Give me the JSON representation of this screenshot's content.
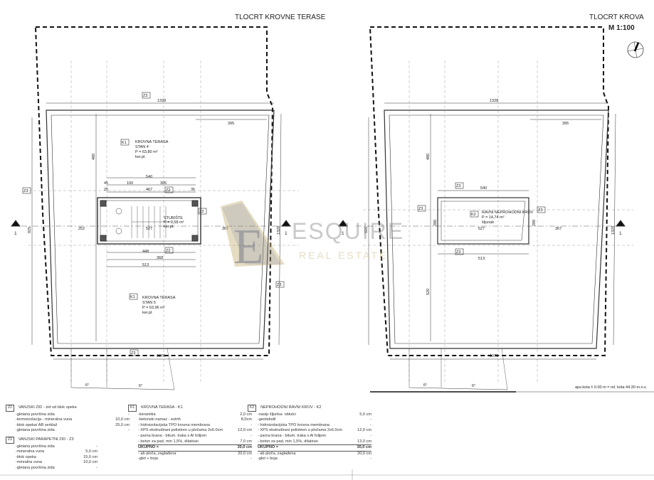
{
  "titles": {
    "left": "TLOCRT KROVNE TERASE",
    "right": "TLOCRT KROVA",
    "scale": "M 1:100"
  },
  "left_plan": {
    "dims": {
      "top": "1328",
      "top_right": "395",
      "left_total": "925",
      "right_total": "1329",
      "upper": "480",
      "bottom": "1070",
      "stair_top": "540",
      "stair_a": "45",
      "stair_b": "100",
      "stair_c": "395",
      "stair_d": "467",
      "stair_e": "25",
      "stair_f": "35",
      "stair_bot1": "448",
      "stair_bot2": "368",
      "stair_bot3": "513",
      "mid_left": "252",
      "mid_right": "367",
      "mid": "527",
      "angle1": "6°",
      "angle2": "6°"
    },
    "terrace_top": {
      "tag": "K1",
      "name": "KROVNA TERASA",
      "unit": "STAN 4",
      "area": "P = 63,80 m²",
      "finish": "ker.pl."
    },
    "terrace_bottom": {
      "tag": "K1",
      "name": "KROVNA TERASA",
      "unit": "STAN 5",
      "area": "P = 63,96 m²",
      "finish": "ker.pl."
    },
    "stair": {
      "name": "STUBIŠTE",
      "area": "P = 9,58 m²",
      "finish": "ker.pl."
    },
    "tags": [
      "Z3",
      "Z3",
      "Z2",
      "Z2",
      "Z2",
      "Z3",
      "Z3"
    ],
    "section": "1"
  },
  "right_plan": {
    "dims": {
      "top": "1328",
      "top_right": "395",
      "left_total": "925",
      "right_total": "1329",
      "upper": "480",
      "lower": "520",
      "bottom": "1070",
      "top_box": "540",
      "mid": "527",
      "mid_right": "367",
      "box_bot": "513",
      "h": "280",
      "angle1": "6°",
      "angle2": "6°"
    },
    "roof": {
      "tag": "K2",
      "name": "RAVNI NEPROHODNI KROV",
      "area": "P = 14,74 m²",
      "finish": "šljunak"
    },
    "tags": [
      "Z3",
      "Z3",
      "Z3",
      "Z3"
    ],
    "section": "1",
    "note": "aps.kota ± 0.00 m = rel. kota 44.30 m.n.v."
  },
  "legend": {
    "z2": {
      "tag": "Z2",
      "title": "VANJSKI ZID - zid od blok opeke",
      "rows": [
        [
          "-gletana površina zida",
          "-"
        ],
        [
          "-termoizolacija - mineralna vuna",
          "10,0 cm"
        ],
        [
          "-blok opeka/ AB serklaž",
          "25,0 cm"
        ],
        [
          "-gletana površina zida",
          "-"
        ]
      ]
    },
    "z3": {
      "tag": "Z3",
      "title": "VANJSKI PARAPETNI ZID - Z3",
      "rows": [
        [
          "-gletana površina zida",
          "-"
        ],
        [
          "-mineralna vuna",
          "5,0 cm"
        ],
        [
          "-blok opeka",
          "15,0 cm"
        ],
        [
          "-minralna vuna",
          "10,0 cm"
        ],
        [
          "-gletana površina zida",
          "-"
        ]
      ]
    },
    "k1": {
      "tag": "K1",
      "title": "KROVNA TERASA - K1",
      "rows": [
        [
          "-keramika",
          "2,0 cm"
        ],
        [
          "-betonski namaz - estrih",
          "8,0cm"
        ],
        [
          "- hidroizolacijska TPO krovna membrana",
          "-"
        ],
        [
          "- XPS ekstrudirani polistiren u pločama 2x6.0cm",
          "12,0 cm"
        ],
        [
          "- parna brana - bitum. traka s Al folijom",
          "-"
        ],
        [
          "- beton za pad, min 1,5%, dilatiran",
          "7,0 cm"
        ]
      ],
      "total": [
        "UKUPNO =",
        "30,0 cm"
      ],
      "after": [
        [
          "- ab ploča, zaglađena",
          "20,0 cm"
        ],
        [
          "-glet + boja",
          "-"
        ]
      ]
    },
    "k2": {
      "tag": "K2",
      "title": "NEPROHODNI RAVNI KROV - K2",
      "rows": [
        [
          "-nasip šljunka- oblutci",
          "5,0 cm"
        ],
        [
          "-geotekstil",
          "-"
        ],
        [
          "- hidroizolacijska TPO krovna membrana",
          "-"
        ],
        [
          "- XPS ekstrudirani polistiren u pločama 2x6.0cm",
          "12,0 cm"
        ],
        [
          "- parna brana - bitum. traka s Al folijom",
          "-"
        ],
        [
          "- beton za pad, min 1,5%, dilatiran",
          "13,0 cm"
        ]
      ],
      "total": [
        "UKUPNO =",
        "30,0 cm"
      ],
      "after": [
        [
          "- ab ploča, zaglađena",
          "20,0 cm"
        ],
        [
          "-glet + boja",
          "-"
        ]
      ]
    }
  },
  "watermark": {
    "letter": "E",
    "name": "ESQUIRE",
    "sub": "REAL ESTATE"
  }
}
